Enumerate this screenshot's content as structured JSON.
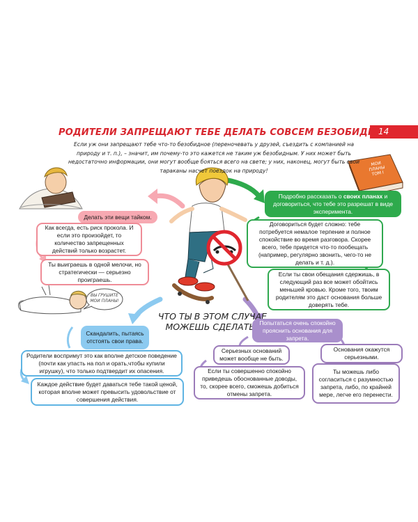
{
  "header": {
    "title": "РОДИТЕЛИ ЗАПРЕЩАЮТ ТЕБЕ ДЕЛАТЬ СОВСЕМ БЕЗОБИДНЫЕ ВЕЩИ",
    "page_number": "14",
    "intro": "Если уж они запрещают тебе что-то безобидное (переночевать у друзей, съездить с компанией на природу и т. п.), – значит, им почему-то это кажется не таким уж безобидным. У них может быть недостаточно информации, они могут вообще бояться всего на свете; у них, наконец, могут быть свои тараканы насчет поездок на природу!"
  },
  "book": {
    "label_lines": [
      "МОИ",
      "ПЛАНЫ",
      "ТОМ I"
    ]
  },
  "speech_bubble": {
    "line1": "ВЫ ГРУШИТЕ",
    "line2": "МОИ ПЛАНЫ!"
  },
  "center_question": "ЧТО ТЫ В ЭТОМ СЛУЧАЕ МОЖЕШЬ СДЕЛАТЬ?",
  "secret": {
    "head": "Делать эти вещи тайком.",
    "point1": "Как всегда, есть риск прокола. И если это произойдет, то количество запрещенных действий только возрастет.",
    "point2": "Ты выиграешь в одной мелочи, но стратегически — серьезно проиграешь."
  },
  "explain": {
    "head_before": "Подробно рассказать о ",
    "head_bold": "своих планах",
    "head_after": " и договориться, что тебе это разрешат в виде эксперимента.",
    "point1": "Договориться будет сложно: тебе потребуется немалое терпение и полное спокойствие во время разговора. Скорее всего, тебе придется что-то пообещать (например, регулярно звонить, чего-то не делать и т. д.).",
    "point2": "Если ты свои обещания сдержишь, в следующий раз все может обойтись меньшей кровью. Кроме того, твоим родителям это даст основания больше доверять тебе."
  },
  "scandal": {
    "head": "Скандалить, пытаясь отстоять свои права.",
    "point1": "Родители воспримут это как вполне детское поведение (почти как упасть на пол и орать,чтобы купили игрушку), что только подтвердит их опасения.",
    "point2": "Каждое действие будет даваться тебе такой ценой, которая вполне может превысить удовольствие от совершения действия."
  },
  "reasons": {
    "head": "Попытаться очень спокойно прояснить основания для запрета.",
    "left1": "Серьезных оснований может вообще не быть.",
    "left2": "Если ты совершенно спокойно приведешь обоснованные доводы, то, скорее всего, сможешь добиться отмены запрета.",
    "right1": "Основания окажутся серьезными.",
    "right2": "Ты можешь либо согласиться с разумностью запрета, либо, по крайней мере, легче его перенести."
  },
  "colors": {
    "title": "#d8262e",
    "pink": "#ef8c97",
    "green": "#2fa84f",
    "blue": "#5fb4e3",
    "purple": "#9b7bb9",
    "book": "#e9782f"
  }
}
